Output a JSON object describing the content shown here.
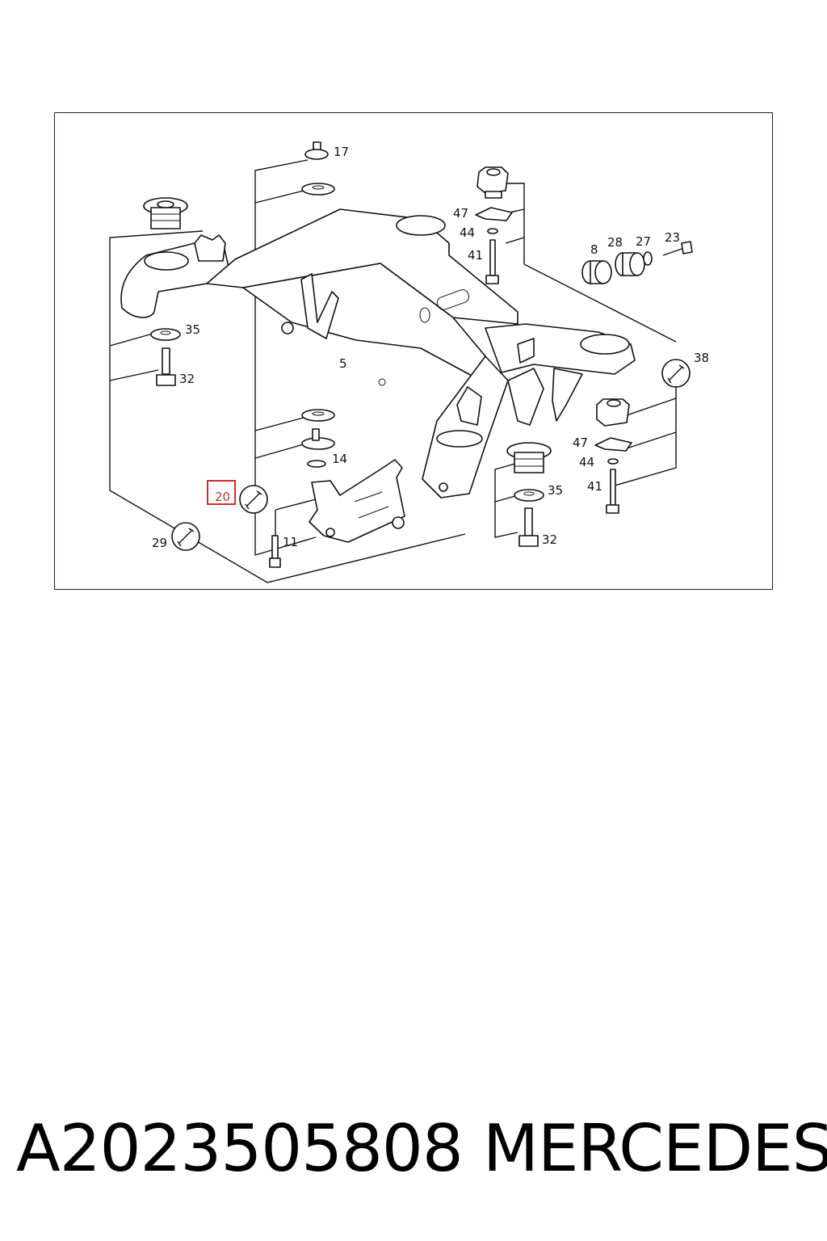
{
  "diagram": {
    "callouts": {
      "c17": "17",
      "c47a": "47",
      "c44a": "44",
      "c41a": "41",
      "c8": "8",
      "c28": "28",
      "c27": "27",
      "c23": "23",
      "c35a": "35",
      "c32a": "32",
      "c5": "5",
      "c38": "38",
      "c14": "14",
      "c20": "20",
      "c11": "11",
      "c29": "29",
      "c47b": "47",
      "c44b": "44",
      "c41b": "41",
      "c35b": "35",
      "c32b": "32"
    },
    "highlighted_callout": "20",
    "highlight_color": "#d62b2b"
  },
  "footer": {
    "part_number": "A2023505808",
    "brand": "MERCEDES"
  }
}
